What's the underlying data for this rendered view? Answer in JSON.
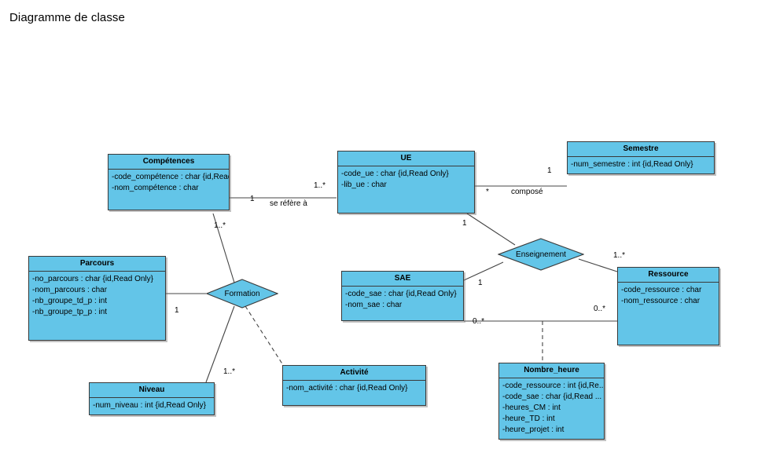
{
  "page": {
    "title": "Diagramme de classe",
    "background_color": "#ffffff",
    "class_fill_color": "#63c5e8",
    "class_border_color": "#3a3a3a",
    "line_color": "#444444"
  },
  "diagram": {
    "type": "uml-class-diagram",
    "classes": [
      {
        "id": "competences",
        "name": "Compétences",
        "attributes": [
          "-code_compétence : char {id,Read...",
          "-nom_compétence : char"
        ]
      },
      {
        "id": "ue",
        "name": "UE",
        "attributes": [
          "-code_ue : char {id,Read Only}",
          "-lib_ue : char"
        ]
      },
      {
        "id": "semestre",
        "name": "Semestre",
        "attributes": [
          "-num_semestre : int {id,Read Only}"
        ]
      },
      {
        "id": "parcours",
        "name": "Parcours",
        "attributes": [
          "-no_parcours : char {id,Read Only}",
          "-nom_parcours : char",
          "-nb_groupe_td_p : int",
          "-nb_groupe_tp_p : int"
        ]
      },
      {
        "id": "sae",
        "name": "SAE",
        "attributes": [
          "-code_sae : char {id,Read Only}",
          "-nom_sae : char"
        ]
      },
      {
        "id": "ressource",
        "name": "Ressource",
        "attributes": [
          "-code_ressource : char",
          "-nom_ressource : char"
        ]
      },
      {
        "id": "niveau",
        "name": "Niveau",
        "attributes": [
          "-num_niveau : int {id,Read Only}"
        ]
      },
      {
        "id": "activite",
        "name": "Activité",
        "attributes": [
          "-nom_activité : char {id,Read Only}"
        ]
      },
      {
        "id": "nombre_heure",
        "name": "Nombre_heure",
        "attributes": [
          "-code_ressource : int {id,Re...",
          "-code_sae : char {id,Read ...",
          "-heures_CM : int",
          "-heure_TD : int",
          "-heure_projet : int"
        ]
      }
    ],
    "association_nodes": [
      {
        "id": "formation",
        "label": "Formation"
      },
      {
        "id": "enseignement",
        "label": "Enseignement"
      }
    ],
    "association_labels": [
      {
        "id": "se-refere-a",
        "text": "se réfère à"
      },
      {
        "id": "compose",
        "text": "composé"
      }
    ],
    "multiplicities": [
      {
        "id": "competences-ue-left",
        "text": "1"
      },
      {
        "id": "competences-ue-right",
        "text": "1..*"
      },
      {
        "id": "competences-formation",
        "text": "1..*"
      },
      {
        "id": "ue-semestre-compose",
        "text": "*"
      },
      {
        "id": "semestre-compose",
        "text": "1"
      },
      {
        "id": "ue-enseignement",
        "text": "1"
      },
      {
        "id": "sae-enseignement",
        "text": "1"
      },
      {
        "id": "ressource-enseignement",
        "text": "1..*"
      },
      {
        "id": "ressource-nombre-heure",
        "text": "0..*"
      },
      {
        "id": "sae-nombre-heure",
        "text": "0..*"
      },
      {
        "id": "parcours-formation",
        "text": "1"
      },
      {
        "id": "niveau-formation",
        "text": "1..*"
      }
    ]
  }
}
